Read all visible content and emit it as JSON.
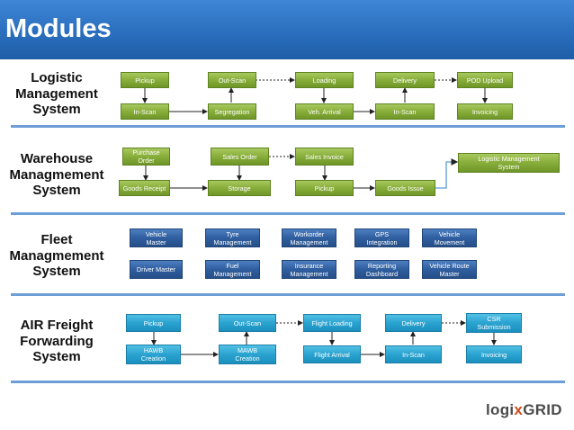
{
  "header": {
    "title": "Modules"
  },
  "sections": [
    {
      "title": "Logistic\nManagement\nSystem",
      "color": "#87ad3a",
      "boxes": [
        "Pickup",
        "Out-Scan",
        "Loading",
        "Delivery",
        "POD Upload",
        "In-Scan",
        "Segregation",
        "Veh. Arrival",
        "In-Scan",
        "Invoicing"
      ]
    },
    {
      "title": "Warehouse\nManagmement\nSystem",
      "color": "#87ad3a",
      "boxes": [
        "Purchase\nOrder",
        "Sales Order",
        "Sales Invoice",
        "Logistic Management\nSystem",
        "Goods Receipt",
        "Storage",
        "Pickup",
        "Goods Issue"
      ]
    },
    {
      "title": "Fleet\nManagmement\nSystem",
      "color": "#2f5e9f",
      "boxes": [
        "Vehicle\nMaster",
        "Tyre\nManagement",
        "Workorder\nManagement",
        "GPS\nIntegration",
        "Vehicle\nMovement",
        "Driver Master",
        "Fuel\nManagement",
        "Insurance\nManagement",
        "Reporting\nDashboard",
        "Vehicle Route\nMaster"
      ]
    },
    {
      "title": "AIR Freight\nForwarding\nSystem",
      "color": "#2aa3d0",
      "boxes": [
        "Pickup",
        "Out-Scan",
        "Flight Loading",
        "Delivery",
        "CSR\nSubmission",
        "HAWB\nCreation",
        "MAWB\nCreation",
        "Flight Arrival",
        "In-Scan",
        "Invoicing"
      ]
    }
  ],
  "logo": {
    "prefix": "logi",
    "accent": "x",
    "suffix": "GRID",
    "accent_color": "#d04a1a"
  }
}
